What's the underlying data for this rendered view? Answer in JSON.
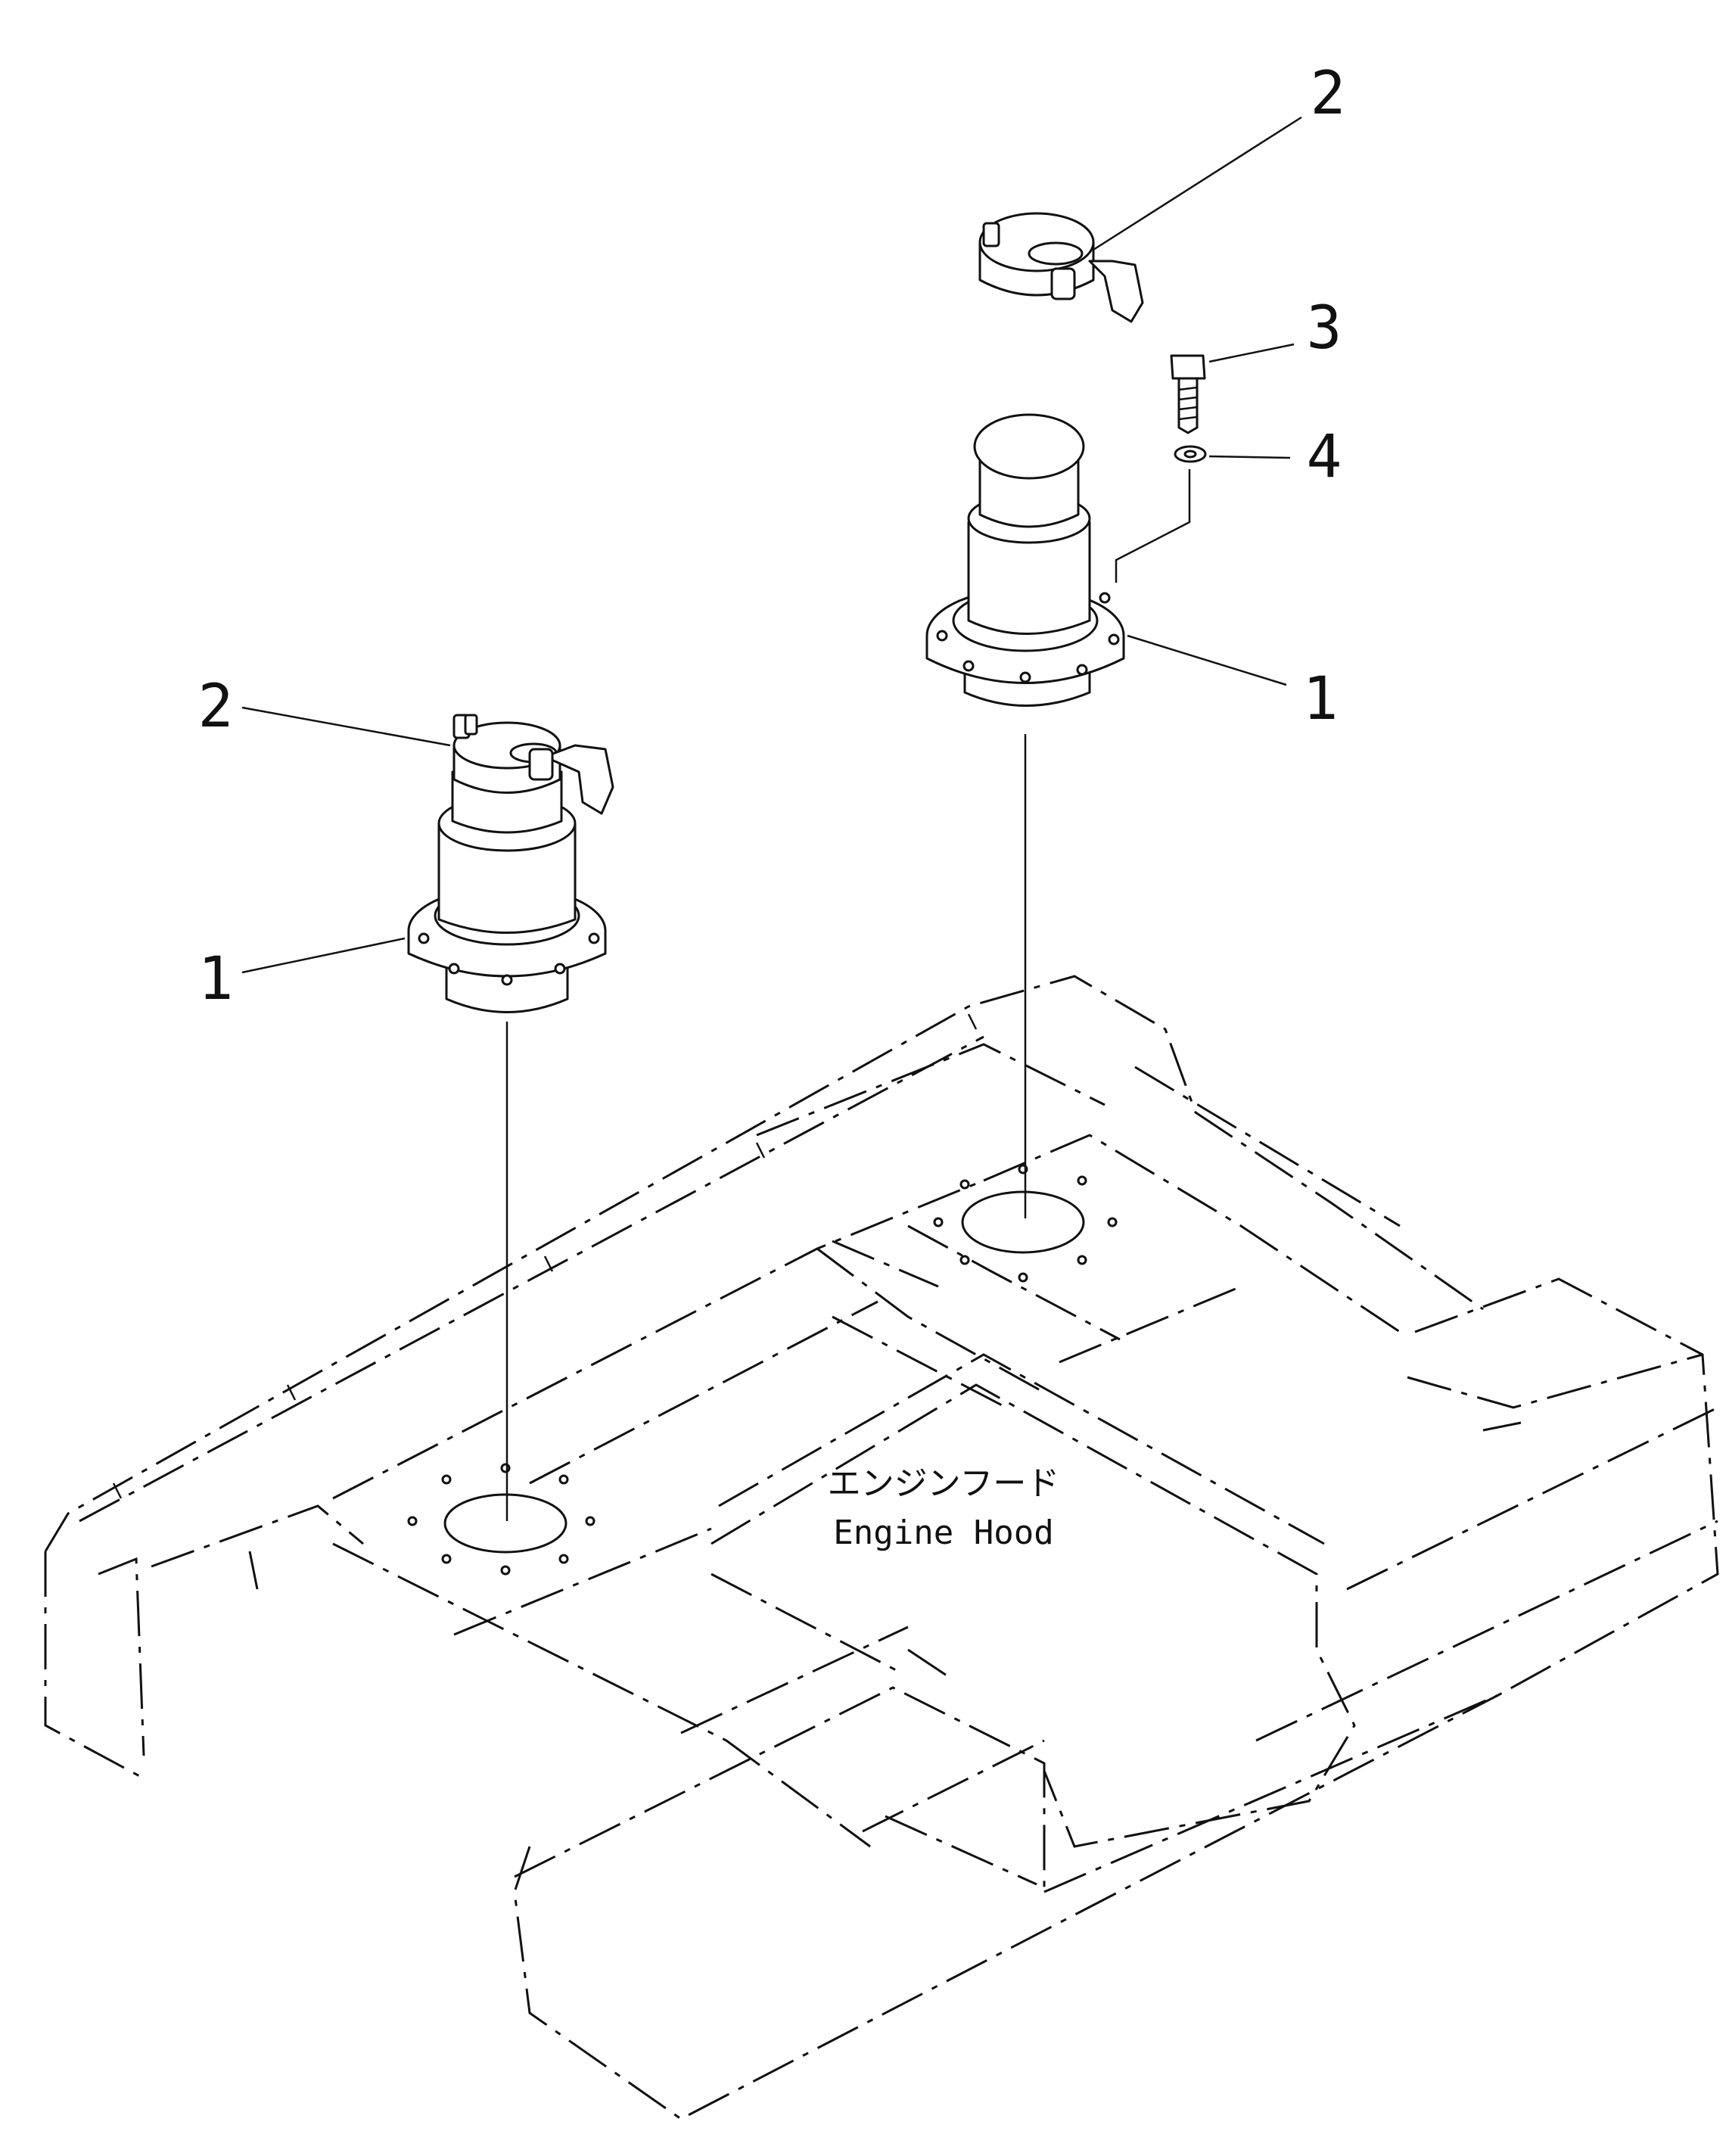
{
  "callouts": {
    "c2_top": "2",
    "c3": "3",
    "c4": "4",
    "c1_right": "1",
    "c2_left": "2",
    "c1_left": "1"
  },
  "hood": {
    "label_jp": "エンジンフード",
    "label_en": "Engine Hood"
  }
}
